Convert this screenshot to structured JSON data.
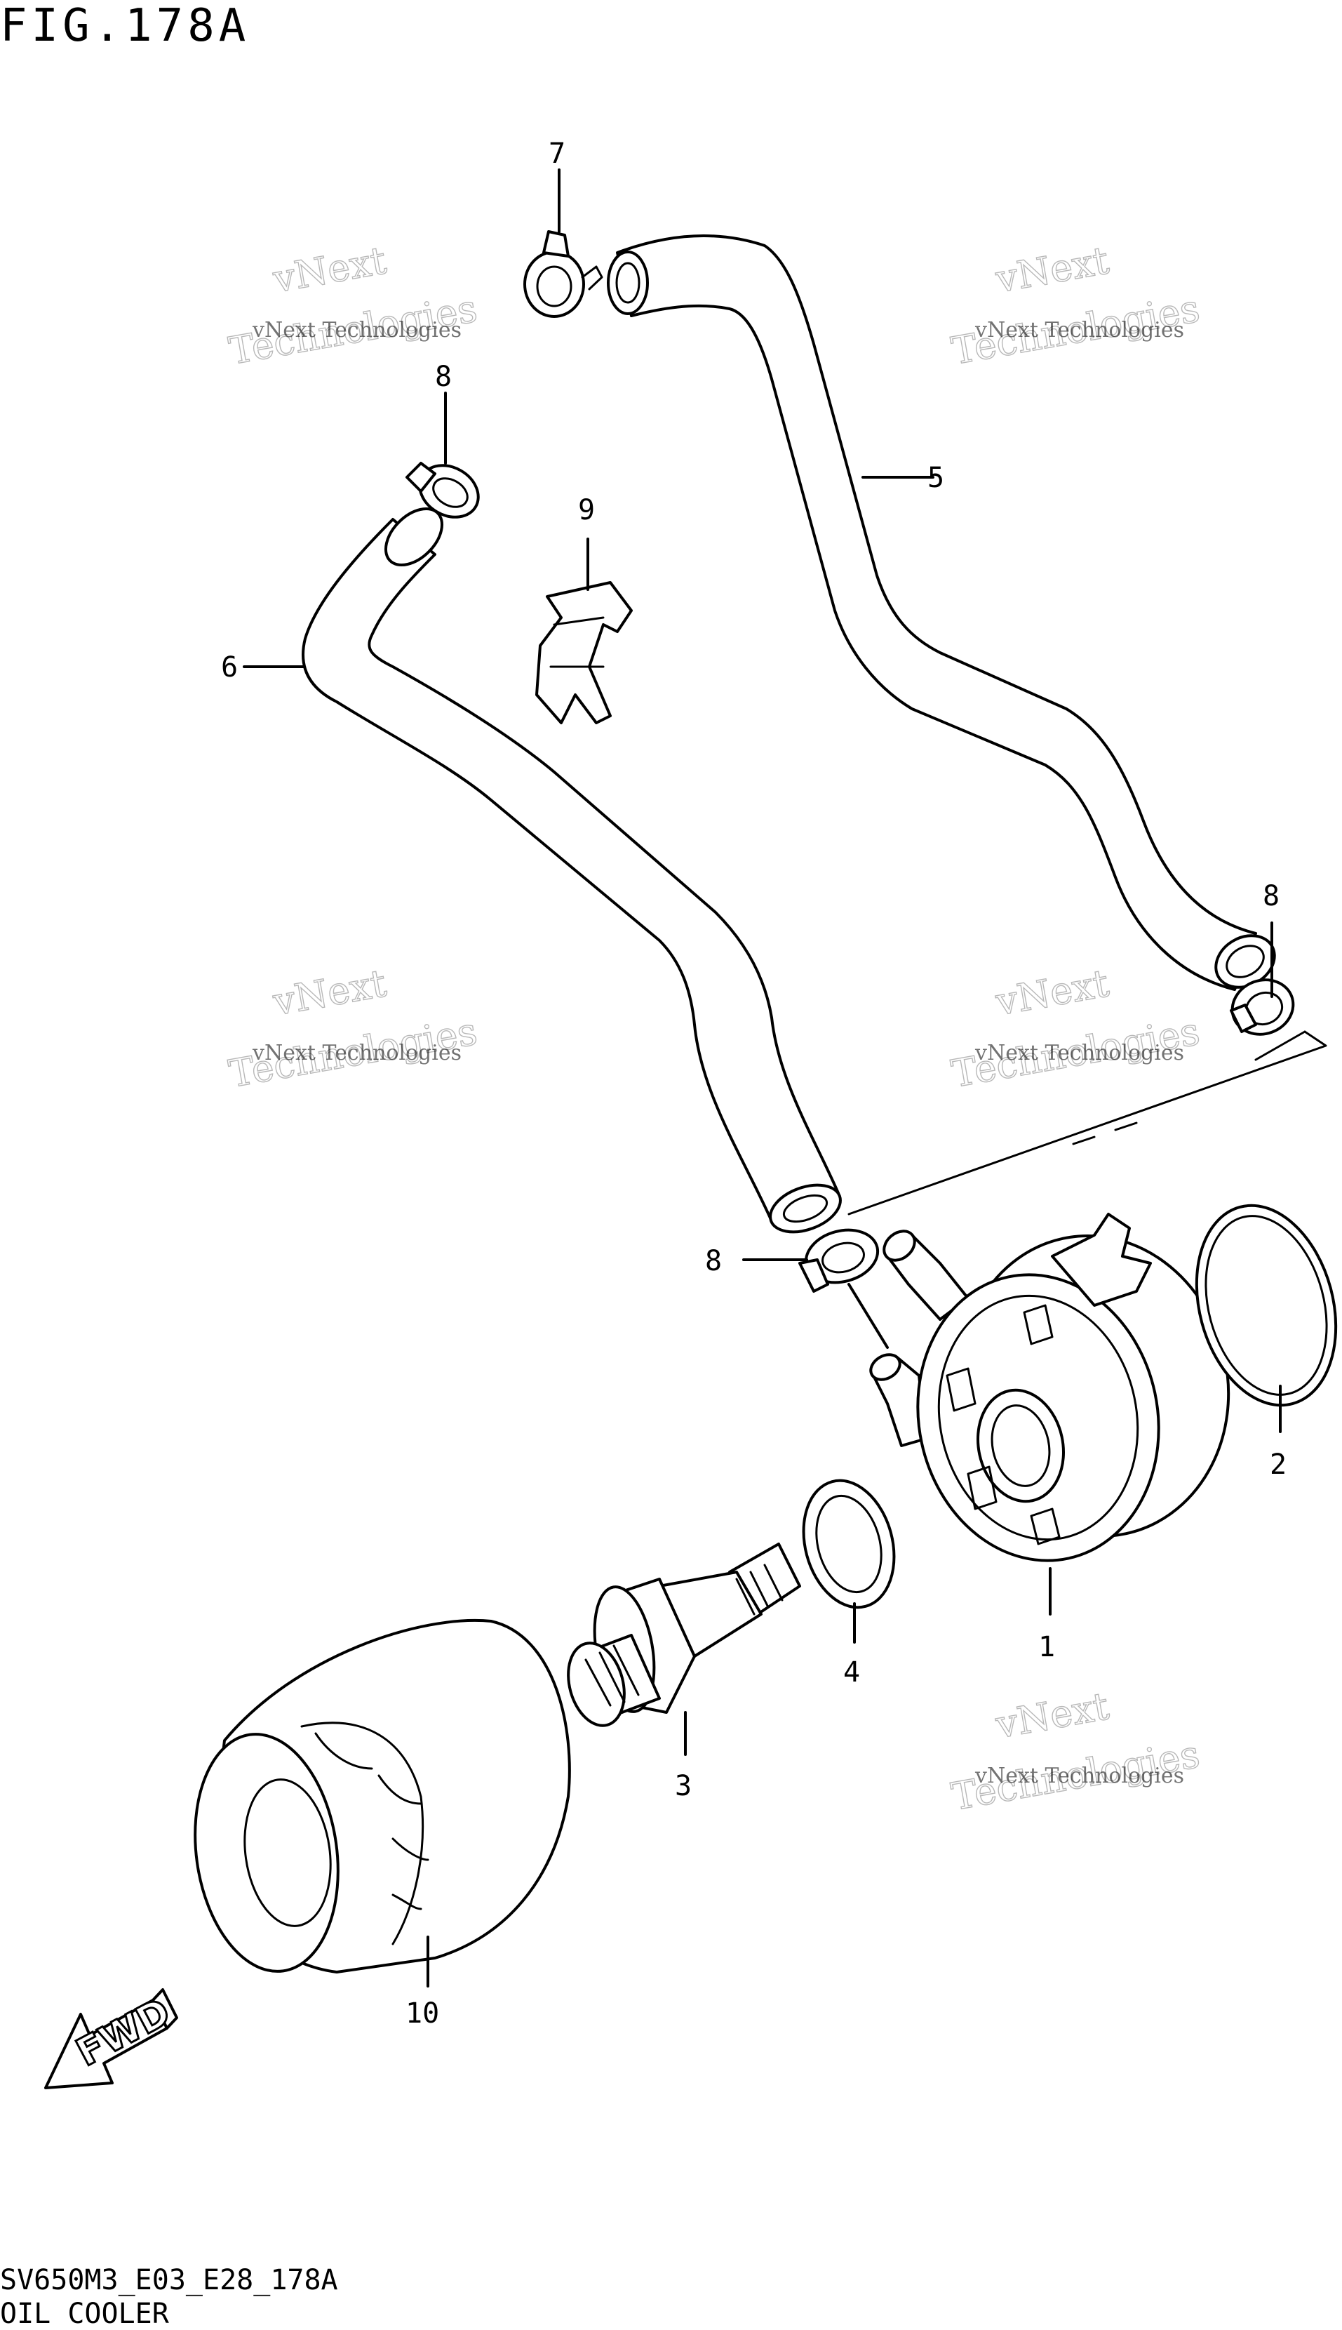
{
  "header": {
    "title": "FIG.178A"
  },
  "footer": {
    "code": "SV650M3_E03_E28_178A",
    "section": "OIL COOLER"
  },
  "watermark": {
    "line1": "vNext Technologies",
    "line2": "Technologies",
    "brand": "vNext"
  },
  "callouts": {
    "c1": "1",
    "c2": "2",
    "c3": "3",
    "c4": "4",
    "c5": "5",
    "c6": "6",
    "c7": "7",
    "c8a": "8",
    "c8b": "8",
    "c8c": "8",
    "c9": "9",
    "c10": "10"
  },
  "fwd": {
    "label": "FWD"
  }
}
